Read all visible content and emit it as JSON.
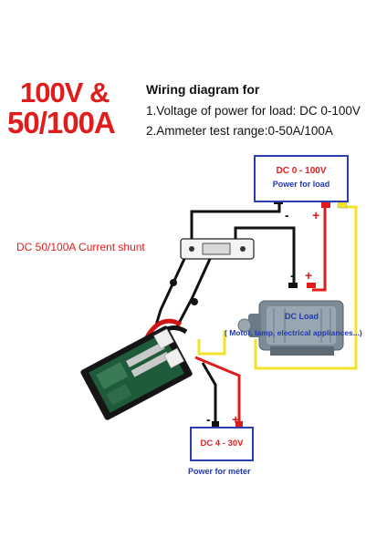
{
  "heading": {
    "line1": "100V &",
    "line2": "50/100A"
  },
  "wiring": {
    "title": "Wiring diagram for",
    "item1": "1.Voltage of power for load: DC 0-100V",
    "item2": "2.Ammeter test range:0-50A/100A"
  },
  "load_power": {
    "range": "DC 0 - 100V",
    "caption": "Power for load"
  },
  "shunt": {
    "label": "DC 50/100A Current shunt"
  },
  "load": {
    "label": "DC Load",
    "description": "( Motor, lamp, electrical appliances...)"
  },
  "meter_power": {
    "range": "DC 4 - 30V",
    "caption": "Power for meter"
  },
  "terminals": {
    "minus": "-",
    "plus": "+"
  },
  "colors": {
    "title_red": "#e01c1c",
    "label_blue": "#2038b0",
    "box_border": "#2d3eb0",
    "wire_black": "#111111",
    "wire_red": "#e01c1c",
    "wire_yellow": "#f2e22a"
  }
}
